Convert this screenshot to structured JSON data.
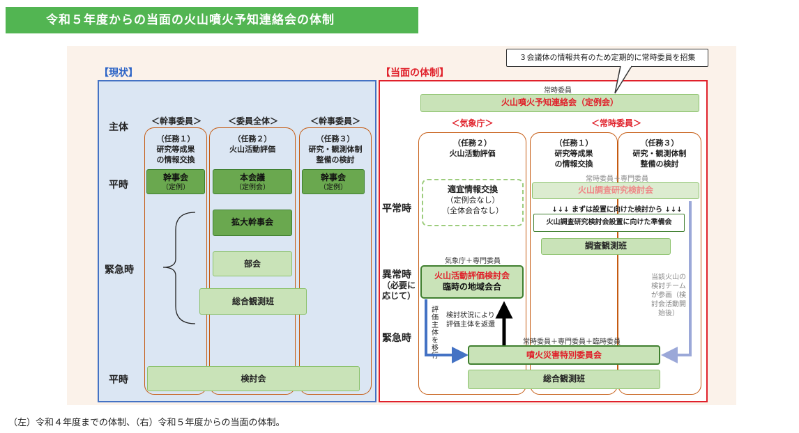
{
  "title": "令和５年度からの当面の火山噴火予知連絡会の体制",
  "caption": "（左）令和４年度までの体制、（右）令和５年度からの当面の体制。",
  "colors": {
    "green_header": "#52b552",
    "blue": "#4472c4",
    "red": "#e0202a",
    "orange": "#c55a11"
  },
  "left": {
    "section": "【現状】",
    "rows": {
      "subject": "主体",
      "normal1": "平時",
      "emergency": "緊急時",
      "normal2": "平時"
    },
    "col1": {
      "head": "＜幹事委員＞",
      "task": "（任務１）",
      "desc1": "研究等成果",
      "desc2": "の情報交換",
      "box": "幹事会",
      "box_sub": "（定例）"
    },
    "col2": {
      "head": "＜委員全体＞",
      "task": "（任務２）",
      "desc1": "火山活動評価",
      "box": "本会議",
      "box_sub": "（定例会）",
      "expand": "拡大幹事会",
      "subcommittee": "部会"
    },
    "col3": {
      "head": "＜幹事委員＞",
      "task": "（任務３）",
      "desc1": "研究・観測体制",
      "desc2": "整備の検討",
      "box": "幹事会",
      "box_sub": "（定例）"
    },
    "observation": "総合観測班",
    "review": "検討会"
  },
  "right": {
    "section": "【当面の体制】",
    "callout": "３会議体の情報共有のため定期的に常時委員を招集",
    "top_label": "常時委員",
    "top_box": "火山噴火予知連絡会（定例会）",
    "rows": {
      "normal": "平常時",
      "abnormal": "異常時",
      "abnormal_note1": "（必要に",
      "abnormal_note2": "応じて）",
      "emergency": "緊急時"
    },
    "jma_head": "＜気象庁＞",
    "perm_head": "＜常時委員＞",
    "col_a": {
      "task": "（任務２）",
      "desc1": "火山活動評価"
    },
    "col_b": {
      "task": "（任務１）",
      "desc1": "研究等成果",
      "desc2": "の情報交換"
    },
    "col_c": {
      "task": "（任務３）",
      "desc1": "研究・観測体制",
      "desc2": "整備の検討"
    },
    "info": {
      "title": "適宜情報交換",
      "l1": "（定例会なし）",
      "l2": "（全体会合なし）"
    },
    "exp_label": "常時委員＋専門委員",
    "survey": "火山調査研究検討会",
    "arrows_text": "↓↓↓ まずは設置に向けた検討から ↓↓↓",
    "prep": "火山調査研究検討会設置に向けた準備会",
    "survey_team": "調査観測班",
    "jma_label": "気象庁＋専門委員",
    "eval": "火山活動評価検討会",
    "eval_sub": "臨時の地域会合",
    "transfer": [
      "評",
      "価",
      "主",
      "体",
      "を",
      "移",
      "行"
    ],
    "return_note1": "検討状況により",
    "return_note2": "評価主体を返還",
    "team_note": [
      "当該火山の",
      "検討チーム",
      "が参画（検",
      "討会活動開",
      "始後）"
    ],
    "special_label": "常時委員＋専門委員＋臨時委員",
    "special": "噴火災害特別委員会",
    "observation": "総合観測班"
  }
}
